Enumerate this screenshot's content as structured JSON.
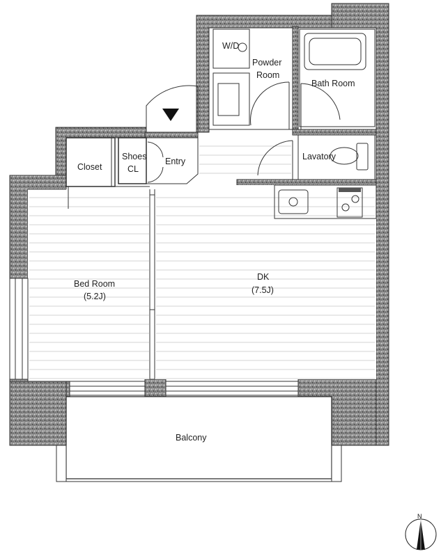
{
  "rooms": {
    "wd": "W/D",
    "powder_line1": "Powder",
    "powder_line2": "Room",
    "bath": "Bath Room",
    "lavatory": "Lavatory",
    "closet": "Closet",
    "shoes_line1": "Shoes",
    "shoes_line2": "CL",
    "entry": "Entry",
    "bedroom": "Bed Room",
    "bedroom_size": "(5.2J)",
    "dk": "DK",
    "dk_size": "(7.5J)",
    "balcony": "Balcony"
  },
  "compass": {
    "label": "N"
  }
}
